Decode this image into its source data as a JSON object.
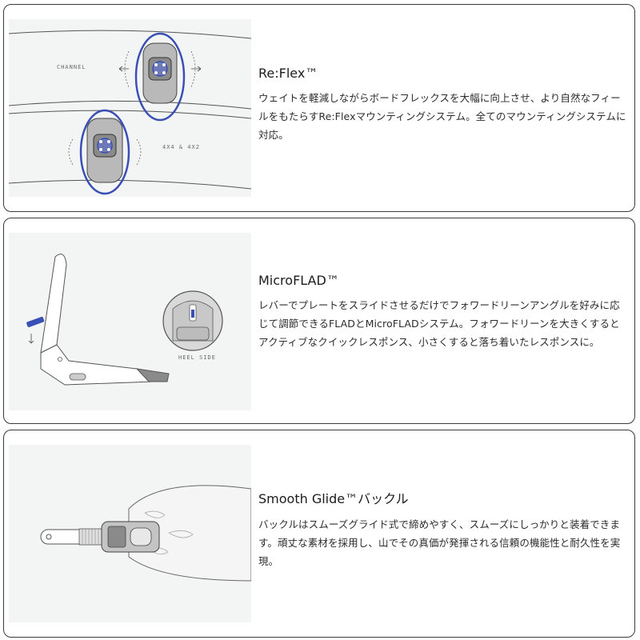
{
  "colors": {
    "accent": "#3a4fb5",
    "border": "#3a3a3a",
    "illustration_bg": "#f3f4f4"
  },
  "features": [
    {
      "title": "Re:Flex™",
      "description": "ウェイトを軽減しながらボードフレックスを大幅に向上させ、より自然なフィールをもたらすRe:Flexマウンティングシステム。全てのマウンティングシステムに対応。",
      "illustration": {
        "labels": [
          "CHANNEL",
          "4X4 & 4X2"
        ]
      }
    },
    {
      "title": "MicroFLAD™",
      "description": "レバーでプレートをスライドさせるだけでフォワードリーンアングルを好みに応じて調節できるFLADとMicroFLADシステム。フォワードリーンを大きくするとアクティブなクイックレスポンス、小さくすると落ち着いたレスポンスに。",
      "illustration": {
        "labels": [
          "HEEL SIDE"
        ]
      }
    },
    {
      "title": "Smooth Glide™バックル",
      "description": "バックルはスムーズグライド式で締めやすく、スムーズにしっかりと装着できます。頑丈な素材を採用し、山でその真価が発揮される信頼の機能性と耐久性を実現。",
      "illustration": {
        "labels": []
      }
    }
  ]
}
